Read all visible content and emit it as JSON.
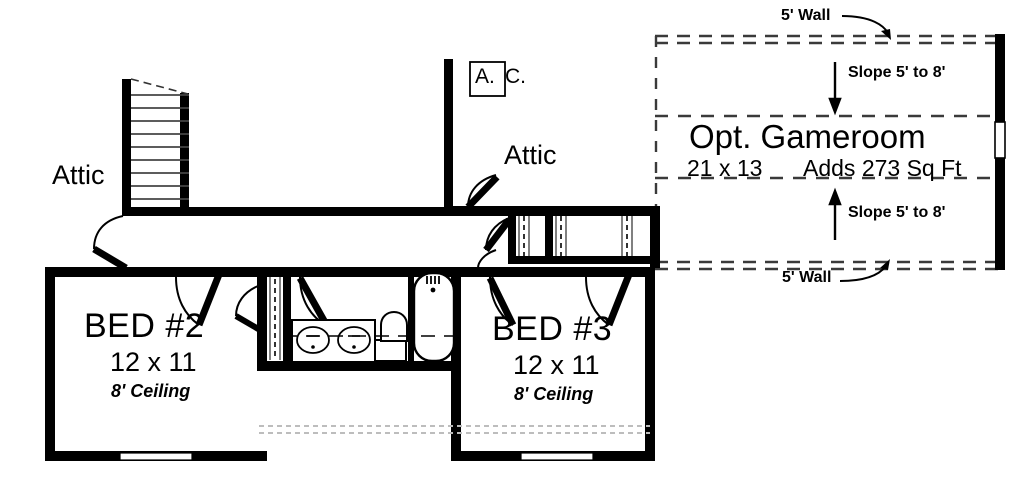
{
  "plan": {
    "type": "second-floor-plan",
    "background_color": "#ffffff",
    "wall_color": "#000000",
    "dash_color": "#3a3a3a",
    "faint_color": "#b9b9b9"
  },
  "rooms": [
    {
      "id": "bed2",
      "name": "BED #2",
      "dimensions": "12 x 11",
      "ceiling": "8' Ceiling"
    },
    {
      "id": "bed3",
      "name": "BED #3",
      "dimensions": "12 x 11",
      "ceiling": "8' Ceiling"
    }
  ],
  "attic_labels": [
    {
      "id": "attic-left",
      "text": "Attic"
    },
    {
      "id": "attic-right",
      "text": "Attic"
    }
  ],
  "equipment": {
    "ac_box_label": "A.",
    "ac_trailing_label": "C.",
    "ac_full_label": "A. C."
  },
  "gameroom": {
    "name": "Opt. Gameroom",
    "dimensions": "21 x 13",
    "adds": "Adds 273 Sq Ft",
    "notes": [
      {
        "id": "wall-note-top",
        "text": "5' Wall"
      },
      {
        "id": "slope-note-top",
        "text": "Slope 5' to 8'"
      },
      {
        "id": "slope-note-bottom",
        "text": "Slope 5' to 8'"
      },
      {
        "id": "wall-note-bottom",
        "text": "5' Wall"
      }
    ]
  },
  "fixtures": [
    {
      "id": "bathtub",
      "name": "bathtub"
    },
    {
      "id": "toilet",
      "name": "toilet"
    },
    {
      "id": "sink-left",
      "name": "sink"
    },
    {
      "id": "sink-right",
      "name": "sink"
    },
    {
      "id": "vanity",
      "name": "vanity-counter"
    }
  ],
  "circulation": [
    {
      "id": "staircase",
      "name": "staircase",
      "treads": 10
    },
    {
      "id": "door-stair",
      "name": "swing-door"
    },
    {
      "id": "door-bed2",
      "name": "swing-door"
    },
    {
      "id": "door-bath",
      "name": "swing-door"
    },
    {
      "id": "door-closet-bed2",
      "name": "swing-door"
    },
    {
      "id": "door-hall",
      "name": "swing-door"
    },
    {
      "id": "door-bed3-left",
      "name": "swing-door"
    },
    {
      "id": "door-bed3-right",
      "name": "swing-door"
    },
    {
      "id": "door-closet-bed3",
      "name": "swing-door"
    }
  ],
  "windows": [
    {
      "id": "window-bed2",
      "name": "window"
    },
    {
      "id": "window-bed3",
      "name": "window"
    },
    {
      "id": "window-gameroom-right",
      "name": "window"
    }
  ]
}
